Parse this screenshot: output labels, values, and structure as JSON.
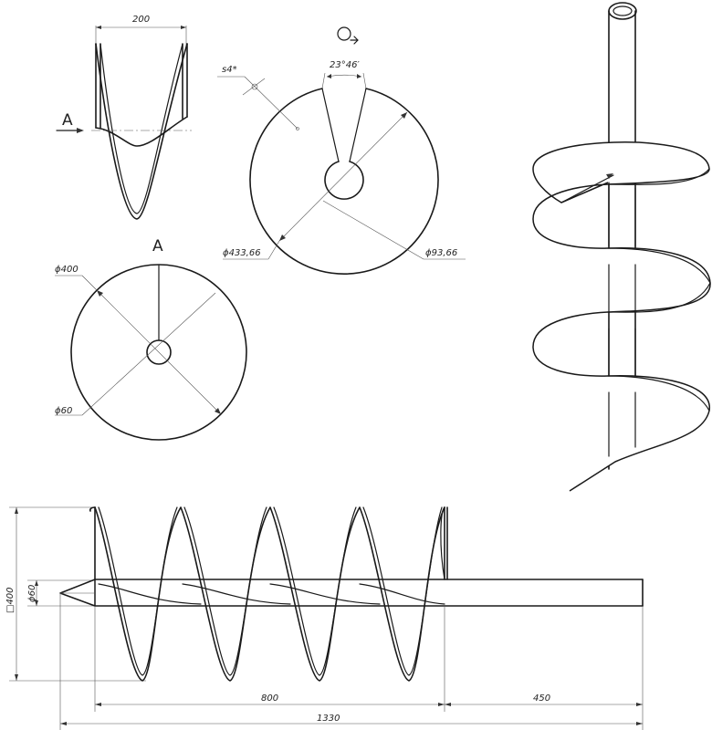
{
  "view_labels": {
    "section_a_side": "A",
    "section_a_front": "A"
  },
  "blade_view": {
    "width_label": "200"
  },
  "sector_view": {
    "angle_label": "23°46′",
    "thickness_label": "s4*",
    "outer_diameter_label": "ϕ433,66",
    "inner_diameter_label": "ϕ93,66"
  },
  "disk_view": {
    "outer_diameter_label": "ϕ400",
    "shaft_diameter_label": "ϕ60"
  },
  "auger_view": {
    "overall_diameter_label": "□400",
    "shaft_diameter_label": "ϕ60",
    "flight_length_label": "800",
    "shank_length_label": "450",
    "total_length_label": "1330"
  }
}
